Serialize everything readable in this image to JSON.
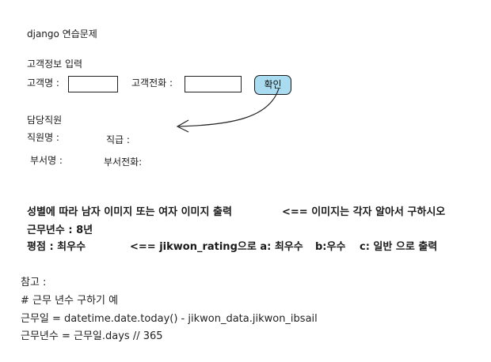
{
  "title": "django 연습문제",
  "customer": {
    "section_label": "고객정보 입력",
    "name_label": "고객명 :",
    "phone_label": "고객전화 :",
    "confirm_label": "확인"
  },
  "staff": {
    "section_label": "담당직원",
    "name_label": "직원명 :",
    "position_label": "직급 :",
    "dept_label": "부서명 :",
    "dept_phone_label": "부서전화:"
  },
  "notes": {
    "gender_line": "성별에 따라 남자 이미지 또는 여자 이미지 출력",
    "gender_hint": "<== 이미지는 각자 알아서 구하시오",
    "years_line": "근무년수 : 8년",
    "rating_line": "평점 : 최우수",
    "rating_hint": "<== jikwon_rating으로 a: 최우수",
    "rating_b": "b:우수",
    "rating_c": "c: 일반 으로 출력"
  },
  "reference": {
    "heading": "참고 :",
    "comment": "# 근무 년수 구하기 예",
    "line1": "근무일 = datetime.date.today() - jikwon_data.jikwon_ibsail",
    "line2": "근무년수 = 근무일.days // 365"
  }
}
